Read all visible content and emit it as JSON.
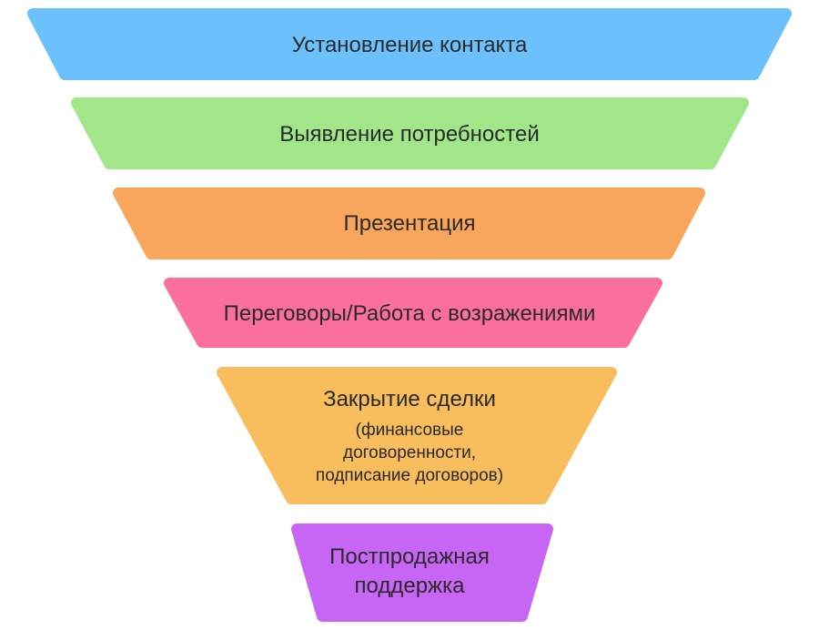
{
  "funnel": {
    "stages": [
      {
        "label": "Установление контакта",
        "color": "#6cc0fb"
      },
      {
        "label": "Выявление потребностей",
        "color": "#a2e68a"
      },
      {
        "label": "Презентация",
        "color": "#f8a65b"
      },
      {
        "label": "Переговоры/Работа с возражениями",
        "color": "#fb6f9f"
      },
      {
        "label": "Закрытие сделки",
        "sub_lines": [
          "(финансовые",
          "договоренности,",
          "подписание договоров)"
        ],
        "color": "#f8bd5c"
      },
      {
        "label_lines": [
          "Постпродажная",
          "поддержка"
        ],
        "color": "#c765f4"
      }
    ]
  }
}
